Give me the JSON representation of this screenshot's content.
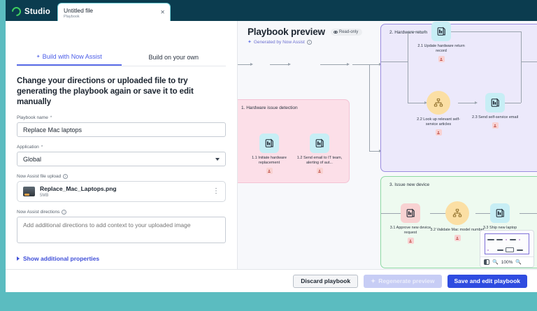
{
  "topbar": {
    "brand": "Studio",
    "brand_icon": "servicenow-ring-icon",
    "tab": {
      "title": "Untitled file",
      "subtitle": "Playbook",
      "close_icon": "close-icon"
    }
  },
  "left_panel": {
    "tabs": [
      {
        "label": "Build with Now Assist",
        "icon": "sparkle-icon",
        "active": true
      },
      {
        "label": "Build on your own",
        "active": false
      }
    ],
    "headline": "Change your directions or uploaded file to try generating the playbook again or save it to edit manually",
    "fields": {
      "playbook_name": {
        "label": "Playbook name",
        "required": "*",
        "value": "Replace Mac laptops"
      },
      "application": {
        "label": "Application",
        "required": "*",
        "value": "Global",
        "caret_icon": "chevron-down-icon"
      },
      "file_upload": {
        "label": "Now Assist file upload",
        "info_icon": "info-icon",
        "file_name": "Replace_Mac_Laptops.png",
        "file_size": "5MB",
        "menu_icon": "kebab-menu-icon"
      },
      "directions": {
        "label": "Now Assist directions",
        "info_icon": "info-icon",
        "placeholder": "Add additional directions to add context to your uploaded image",
        "value": ""
      }
    },
    "show_more": {
      "label": "Show additional properties",
      "icon": "chevron-right-icon"
    }
  },
  "preview": {
    "title": "Playbook preview",
    "read_only_badge": "Read-only",
    "read_only_icon": "eye-icon",
    "generated_by": "Generated by Now Assist",
    "generated_icon": "sparkle-icon",
    "info_icon": "info-icon",
    "expand_icon": "expand-icon",
    "groups": [
      {
        "label": "1. Hardware issue detection",
        "color": "#fcdfe8",
        "nodes": [
          {
            "id": "1.1",
            "label": "1.1 Initiate hardware replacement",
            "shape": "box",
            "color": "cyan",
            "icon": "document-icon",
            "badge_icon": "user-task-icon"
          },
          {
            "id": "1.2",
            "label": "1.2 Send email to IT team, alerting of aut...",
            "shape": "box",
            "color": "cyan",
            "icon": "document-icon",
            "badge_icon": "user-task-icon"
          }
        ]
      },
      {
        "label": "2. Hardware return",
        "color": "#ece9fb",
        "nodes": [
          {
            "id": "2.1",
            "label": "2.1 Update hardware return record",
            "shape": "box",
            "color": "cyan",
            "icon": "document-icon",
            "badge_icon": "user-task-icon"
          },
          {
            "id": "2.2",
            "label": "2.2 Look up relevant self-service articles",
            "shape": "circle",
            "color": "yellow",
            "icon": "hierarchy-icon",
            "badge_icon": "user-task-icon"
          },
          {
            "id": "2.3",
            "label": "2.3 Send self-service email",
            "shape": "box",
            "color": "cyan",
            "icon": "document-icon",
            "badge_icon": "user-task-icon"
          }
        ]
      },
      {
        "label": "3. Issue new device",
        "color": "#eefaf0",
        "nodes": [
          {
            "id": "3.1",
            "label": "3.1 Approve new device request",
            "shape": "box",
            "color": "red",
            "icon": "document-icon",
            "badge_icon": "user-task-icon"
          },
          {
            "id": "3.2",
            "label": "3.2 Validate Mac model number",
            "shape": "circle",
            "color": "yellow",
            "icon": "hierarchy-icon",
            "badge_icon": "user-task-icon"
          },
          {
            "id": "3.3",
            "label": "3.3 Ship new laptop",
            "shape": "box",
            "color": "cyan",
            "icon": "document-icon",
            "badge_icon": "user-task-icon"
          }
        ]
      }
    ],
    "minimap": {
      "contrast_icon": "contrast-icon",
      "zoom_out_icon": "zoom-out-icon",
      "zoom_level": "100%",
      "zoom_in_icon": "zoom-in-icon"
    }
  },
  "footer": {
    "discard": "Discard playbook",
    "regenerate": "Regenerate preview",
    "regenerate_icon": "sparkle-icon",
    "save": "Save and edit playbook"
  }
}
